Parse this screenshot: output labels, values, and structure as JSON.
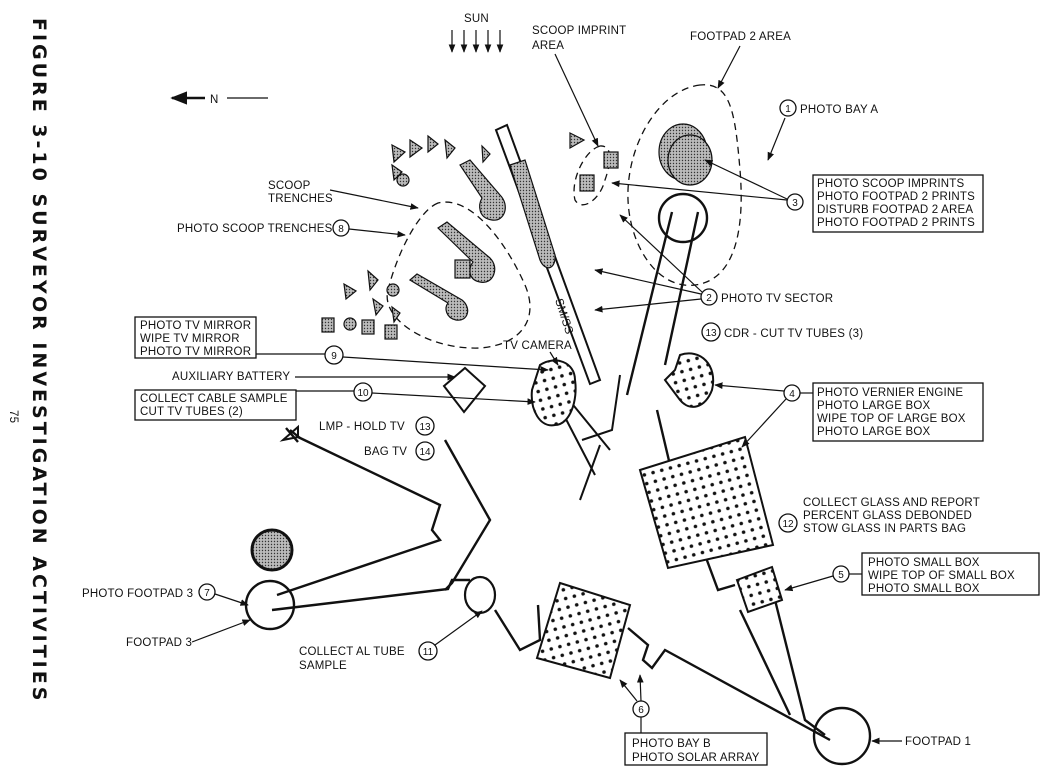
{
  "figure": {
    "title": "FIGURE 3-10   SURVEYOR INVESTIGATION ACTIVITIES",
    "page_number": "75"
  },
  "orientation": {
    "sun_label": "SUN",
    "north_label": "N"
  },
  "labels": {
    "scoop_imprint_area": [
      "SCOOP IMPRINT",
      "AREA"
    ],
    "footpad_2_area": "FOOTPAD 2 AREA",
    "scoop_trenches": [
      "SCOOP",
      "TRENCHES"
    ],
    "tv_camera": "TV CAMERA",
    "auxiliary_battery": "AUXILIARY BATTERY",
    "sm_ss": "SM/SS",
    "footpad_3": "FOOTPAD 3",
    "footpad_1": "FOOTPAD 1"
  },
  "activities": [
    {
      "number": "1",
      "lines": [
        "PHOTO BAY A"
      ]
    },
    {
      "number": "2",
      "lines": [
        "PHOTO TV SECTOR"
      ]
    },
    {
      "number": "3",
      "lines": [
        "PHOTO SCOOP IMPRINTS",
        "PHOTO FOOTPAD 2 PRINTS",
        "DISTURB FOOTPAD 2 AREA",
        "PHOTO FOOTPAD 2 PRINTS"
      ]
    },
    {
      "number": "4",
      "lines": [
        "PHOTO VERNIER ENGINE",
        "PHOTO LARGE BOX",
        "WIPE TOP OF LARGE BOX",
        "PHOTO LARGE BOX"
      ]
    },
    {
      "number": "5",
      "lines": [
        "PHOTO SMALL BOX",
        "WIPE TOP OF SMALL BOX",
        "PHOTO SMALL BOX"
      ]
    },
    {
      "number": "6",
      "lines": [
        "PHOTO BAY B",
        "PHOTO SOLAR ARRAY"
      ]
    },
    {
      "number": "7",
      "lines": [
        "PHOTO FOOTPAD 3"
      ]
    },
    {
      "number": "8",
      "lines": [
        "PHOTO SCOOP TRENCHES"
      ]
    },
    {
      "number": "9",
      "lines": [
        "PHOTO TV MIRROR",
        "WIPE TV MIRROR",
        "PHOTO TV MIRROR"
      ]
    },
    {
      "number": "10",
      "lines": [
        "COLLECT CABLE SAMPLE",
        "CUT TV TUBES (2)"
      ]
    },
    {
      "number": "11",
      "lines": [
        "COLLECT AL TUBE",
        "SAMPLE"
      ]
    },
    {
      "number": "12",
      "lines": [
        "COLLECT GLASS AND REPORT",
        "PERCENT GLASS DEBONDED",
        "STOW GLASS IN PARTS BAG"
      ]
    },
    {
      "number": "13",
      "lines": [
        "CDR - CUT TV TUBES (3)"
      ]
    },
    {
      "number": "13",
      "lines": [
        "LMP - HOLD TV"
      ]
    },
    {
      "number": "14",
      "lines": [
        "BAG TV"
      ]
    }
  ]
}
